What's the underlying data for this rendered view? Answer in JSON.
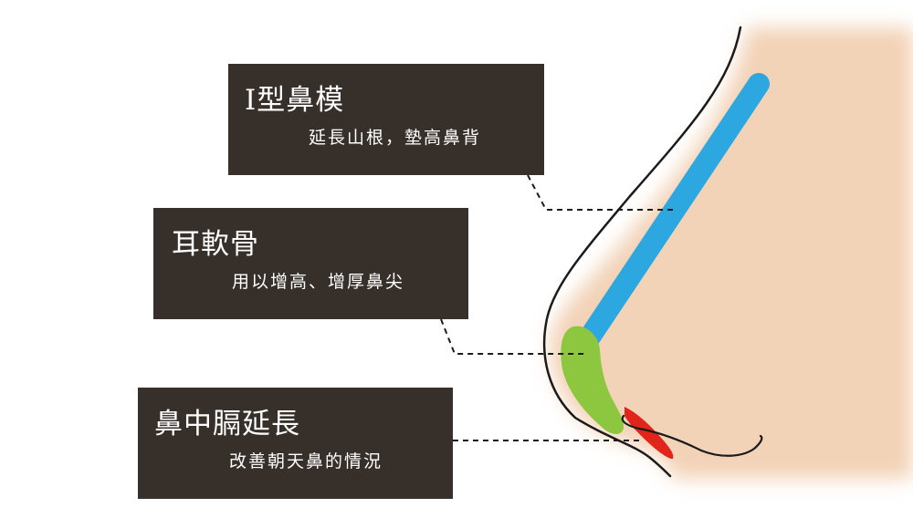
{
  "colors": {
    "skin": "#f3d3b8",
    "label_background": "#362f2a",
    "implant": "#2ca7e0",
    "ear_cartilage": "#8dc63f",
    "septum_extension": "#e1251b"
  },
  "labels": {
    "implant": {
      "title": "I型鼻模",
      "subtitle": "延長山根，墊高鼻背"
    },
    "ear_cartilage": {
      "title": "耳軟骨",
      "subtitle": "用以增高、增厚鼻尖"
    },
    "septum_extension": {
      "title": "鼻中膈延長",
      "subtitle": "改善朝天鼻的情況"
    }
  }
}
